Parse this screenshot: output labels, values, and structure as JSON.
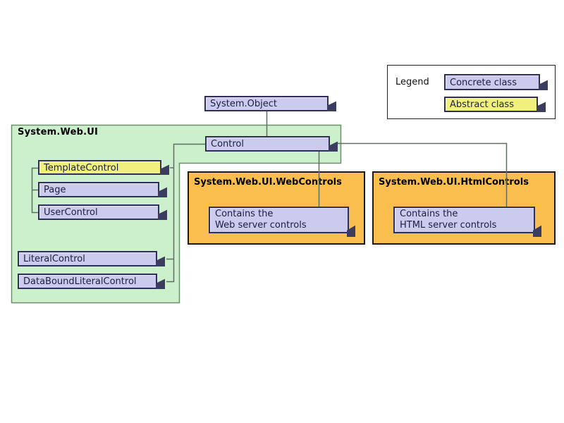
{
  "legend": {
    "label": "Legend",
    "concrete": "Concrete class",
    "abstract": "Abstract class"
  },
  "classes": {
    "system_object": "System.Object",
    "control": "Control",
    "template_control": "TemplateControl",
    "page": "Page",
    "user_control": "UserControl",
    "literal_control": "LiteralControl",
    "data_bound_literal_control": "DataBoundLiteralControl"
  },
  "namespaces": {
    "web_ui": {
      "title": "System.Web.UI"
    },
    "web_controls": {
      "title": "System.Web.UI.WebControls",
      "note_line1": "Contains the",
      "note_line2": "Web server controls"
    },
    "html_controls": {
      "title": "System.Web.UI.HtmlControls",
      "note_line1": "Contains the",
      "note_line2": "HTML server controls"
    }
  },
  "colors": {
    "concrete_fill": "#cbcbee",
    "abstract_fill": "#f0f07c",
    "box_border": "#2f2f5a",
    "shadow": "#3c3c60",
    "namespace_green_fill": "#ccefcc",
    "namespace_green_border": "#6b8f6b",
    "namespace_orange_fill": "#f9be4e",
    "namespace_orange_border": "#1a1a1a",
    "connector": "#5f6f62",
    "legend_border": "#222222",
    "background": "#ffffff"
  }
}
